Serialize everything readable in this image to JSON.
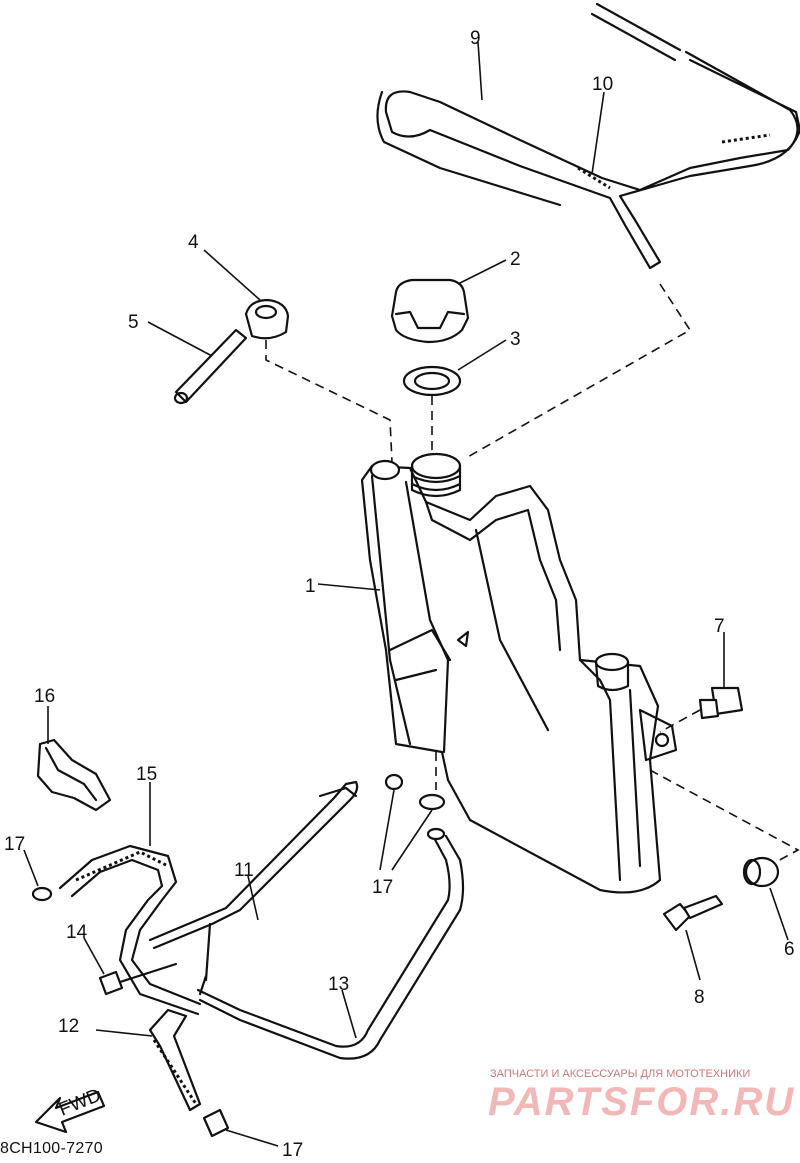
{
  "diagram": {
    "code": "8CH100-7270",
    "fwd_label": "FWD",
    "callouts": [
      "1",
      "2",
      "3",
      "4",
      "5",
      "6",
      "7",
      "8",
      "9",
      "10",
      "11",
      "12",
      "13",
      "14",
      "15",
      "16",
      "17",
      "17",
      "17"
    ]
  },
  "watermark": {
    "subtitle": "ЗАПЧАСТИ И АКСЕССУАРЫ ДЛЯ МОТОТЕХНИКИ",
    "logo": "PARTSFOR.RU"
  }
}
